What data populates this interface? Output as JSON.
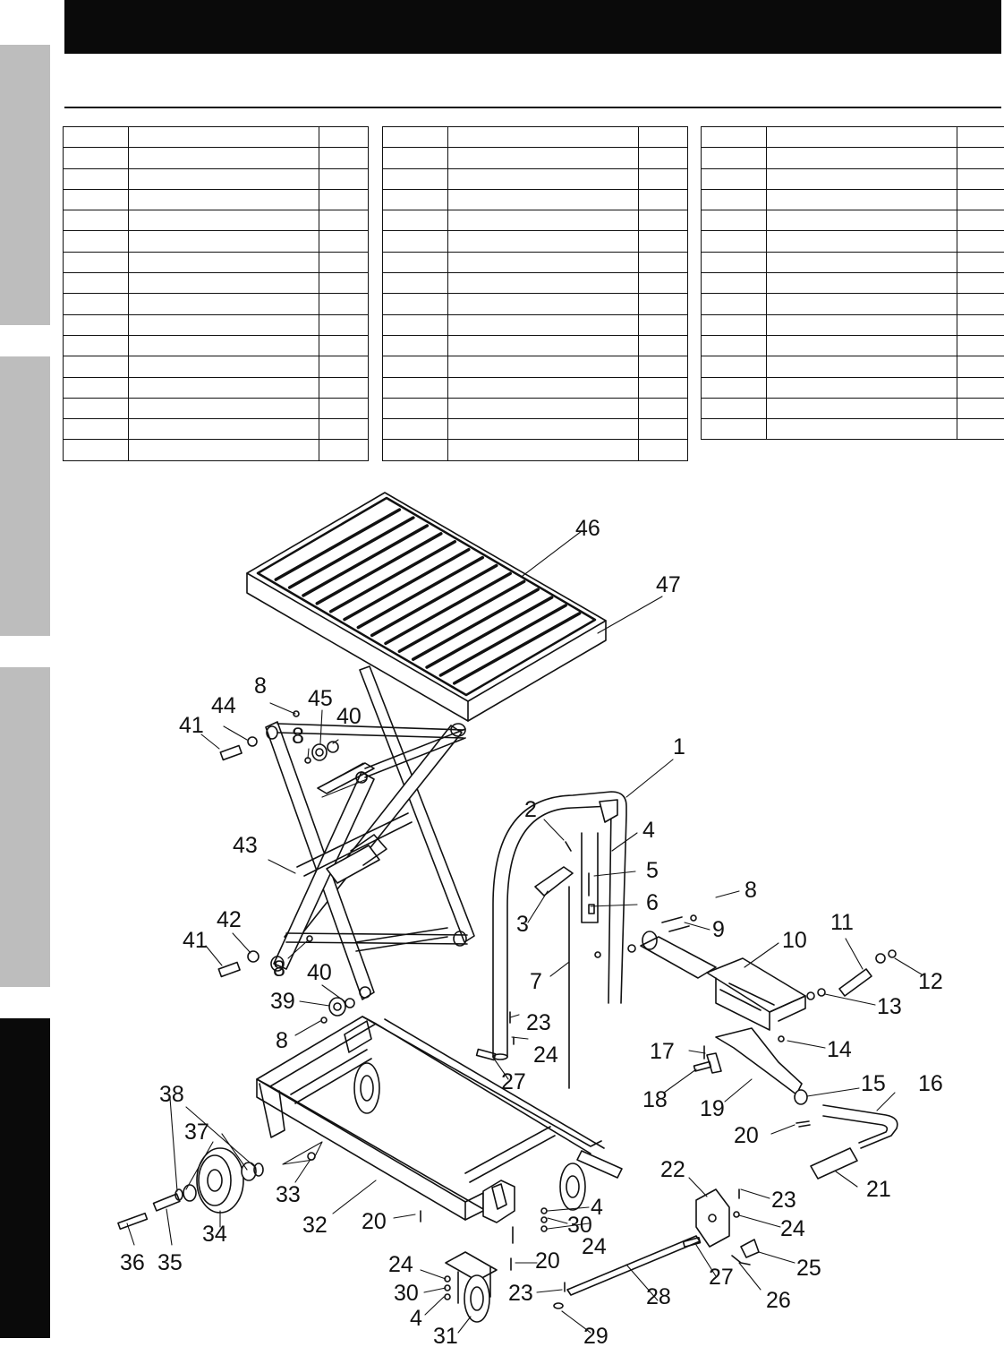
{
  "page": {
    "side_tabs": [
      "tab-1",
      "tab-2",
      "tab-3",
      "tab-4-active"
    ]
  },
  "parts_tables": [
    {
      "rows": 16
    },
    {
      "rows": 16
    },
    {
      "rows": 15
    }
  ],
  "diagram": {
    "callouts": {
      "c1": "1",
      "c2": "2",
      "c3": "3",
      "c4a": "4",
      "c4b": "4",
      "c4c": "4",
      "c5": "5",
      "c6": "6",
      "c7": "7",
      "c8a": "8",
      "c8b": "8",
      "c8c": "8",
      "c8d": "8",
      "c8e": "8",
      "c9": "9",
      "c10": "10",
      "c11": "11",
      "c12": "12",
      "c13": "13",
      "c14": "14",
      "c15": "15",
      "c16": "16",
      "c17": "17",
      "c18": "18",
      "c19": "19",
      "c20a": "20",
      "c20b": "20",
      "c20c": "20",
      "c21": "21",
      "c22": "22",
      "c23a": "23",
      "c23b": "23",
      "c23c": "23",
      "c24a": "24",
      "c24b": "24",
      "c24c": "24",
      "c24d": "24",
      "c25": "25",
      "c26": "26",
      "c27a": "27",
      "c27b": "27",
      "c28": "28",
      "c29": "29",
      "c30a": "30",
      "c30b": "30",
      "c31": "31",
      "c32": "32",
      "c33": "33",
      "c34": "34",
      "c35": "35",
      "c36": "36",
      "c37": "37",
      "c38": "38",
      "c39": "39",
      "c40a": "40",
      "c40b": "40",
      "c41a": "41",
      "c41b": "41",
      "c42": "42",
      "c43": "43",
      "c44": "44",
      "c45": "45",
      "c46": "46",
      "c47": "47"
    }
  }
}
